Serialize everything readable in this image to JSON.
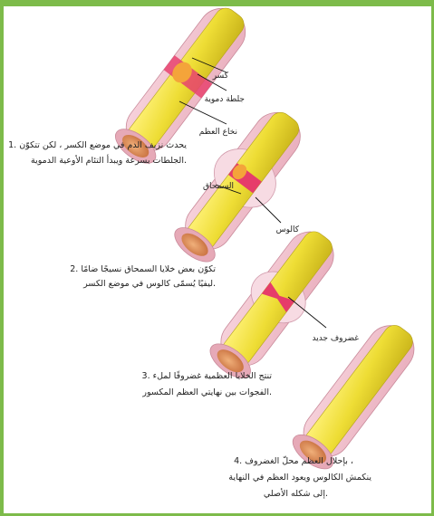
{
  "stages": [
    {
      "labels": {
        "fracture": "كسر",
        "clot": "جلطة دموية",
        "marrow": "نخاع العظم"
      },
      "caption": [
        "1. يحدث نزيف الدم في موضع الكسر ، لكن تتكوّن",
        "الجلطات بسرعة ويبدأ التئام الأوعية الدموية."
      ]
    },
    {
      "labels": {
        "periosteum": "السمحاق",
        "callus": "كالوس"
      },
      "caption": [
        "2. تكوّن بعض خلايا السمحاق نسيجًا ضامًا",
        "ليفيًا يُسمّى كالوس في موضع الكسر."
      ]
    },
    {
      "labels": {
        "cartilage": "غضروف جديد"
      },
      "caption": [
        "3. تنتج الخلايا العظمية غضروفًا لملء",
        "الفجوات بين نهايتي العظم المكسور."
      ]
    },
    {
      "labels": {},
      "caption": [
        "4. بإحلال العظم محلّ الغضروف ،",
        "ينكمش الكالوس ويعود العظم في النهاية",
        "إلى شكله الأصلي."
      ]
    }
  ],
  "colors": {
    "frame": "#7dbb4a",
    "periosteum": "#f2c6cf",
    "bone": "#ecdf3a",
    "marrow_end": "#d9885a",
    "clot": "#e63c6a",
    "callus": "#f7dbe3"
  }
}
